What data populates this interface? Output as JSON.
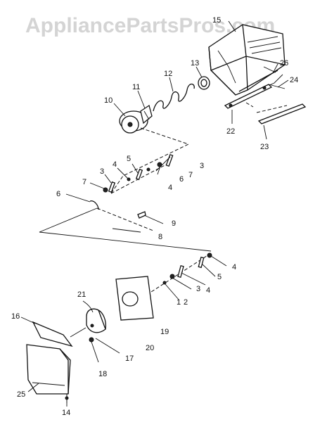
{
  "watermark": "AppliancePartsPros.com",
  "callouts": {
    "c1": "1",
    "c2": "2",
    "c3a": "3",
    "c3b": "3",
    "c3c": "3",
    "c4a": "4",
    "c4b": "4",
    "c4c": "4",
    "c4d": "4",
    "c5a": "5",
    "c5b": "5",
    "c6a": "6",
    "c6b": "6",
    "c7a": "7",
    "c7b": "7",
    "c8": "8",
    "c9": "9",
    "c10": "10",
    "c11": "11",
    "c12": "12",
    "c13": "13",
    "c14": "14",
    "c15": "15",
    "c16": "16",
    "c17": "17",
    "c18": "18",
    "c19": "19",
    "c20": "20",
    "c21": "21",
    "c22": "22",
    "c23": "23",
    "c24": "24",
    "c25": "25",
    "c26": "26"
  }
}
